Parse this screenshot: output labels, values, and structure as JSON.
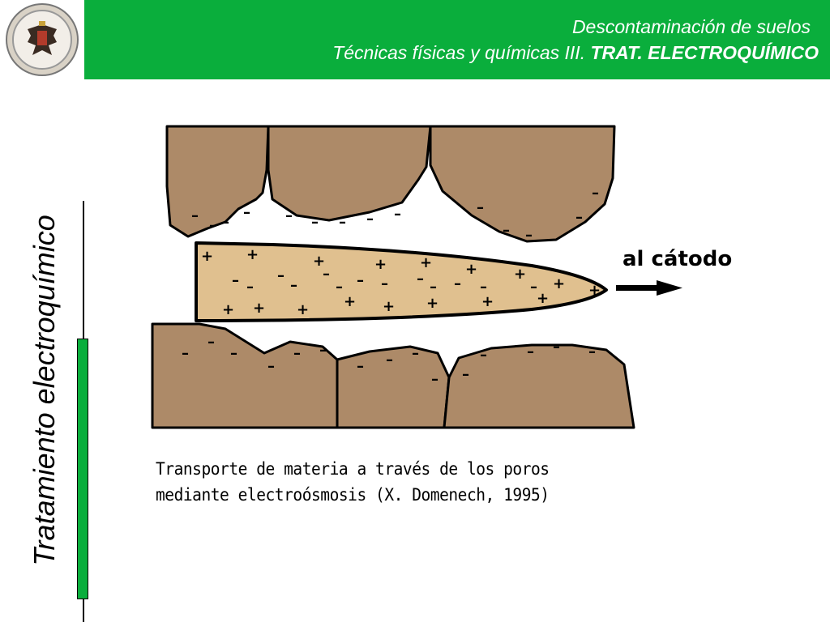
{
  "header": {
    "line1": "Descontaminación de suelos",
    "line2_prefix": "Técnicas físicas y químicas III.",
    "line2_bold": "TRAT. ELECTROQUÍMICO"
  },
  "side_title": "Tratamiento electroquímico",
  "diagram": {
    "arrow_label": "al cátodo",
    "plus_sign": "+",
    "minus_sign": "–"
  },
  "caption": {
    "line1": "Transporte de materia  a través de los poros",
    "line2": "mediante electroósmosis  (X. Domenech, 1995)"
  },
  "colors": {
    "header_green": "#0aae3c",
    "particle_brown": "#ad8a68",
    "fluid_tan": "#e0c08f"
  }
}
